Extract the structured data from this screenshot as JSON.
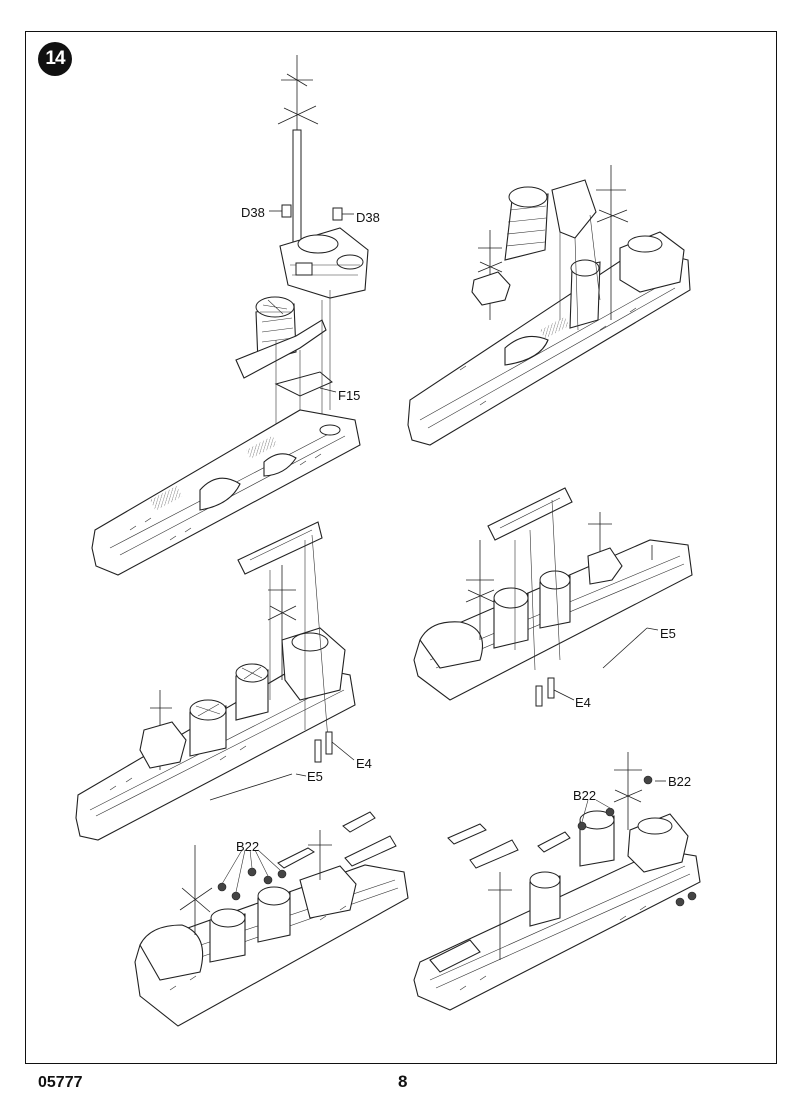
{
  "step": {
    "number": "14"
  },
  "footer": {
    "code": "05777",
    "page": "8"
  },
  "callouts": {
    "d38_left": "D38",
    "d38_right": "D38",
    "f15": "F15",
    "e5_mid_right": "E5",
    "e4_mid_right": "E4",
    "e4_mid_left": "E4",
    "e5_mid_left": "E5",
    "b22_bottom_right": "B22",
    "b22_bottom_right_b": "B22",
    "b22_bottom_left": "B22"
  }
}
